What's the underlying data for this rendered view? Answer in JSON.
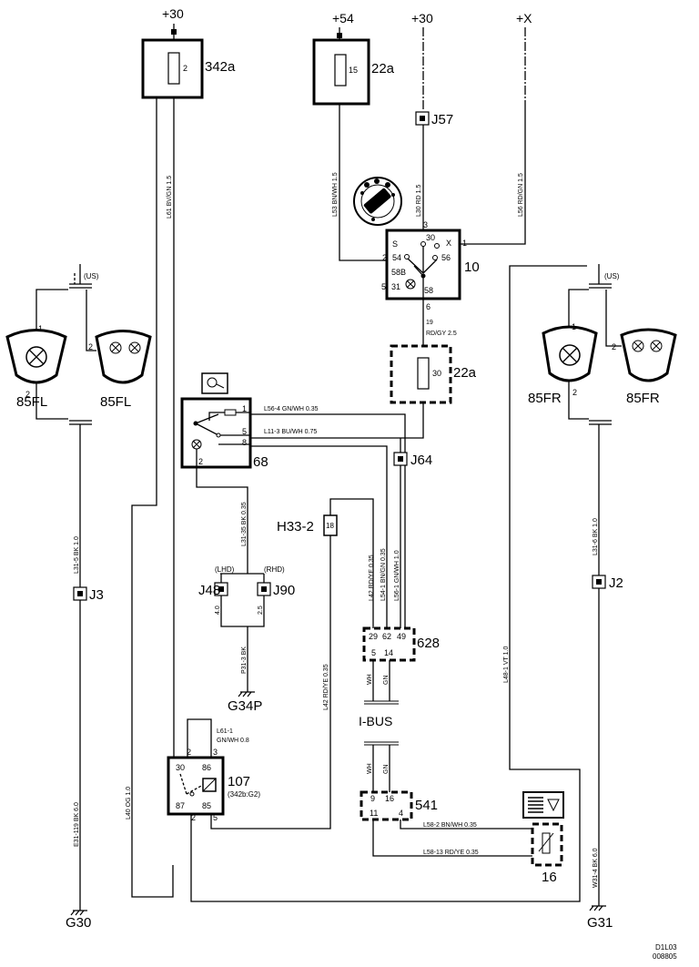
{
  "supplies": {
    "p30_left": "+30",
    "p54": "+54",
    "p30_right": "+30",
    "px": "+X"
  },
  "fuses": {
    "f342a": {
      "id": "342a",
      "num": "2"
    },
    "f22a_top": {
      "id": "22a",
      "num": "15"
    },
    "f22a_mid": {
      "id": "22a",
      "num": "30"
    }
  },
  "junctions": {
    "j57": "J57",
    "j64": "J64",
    "j3": "J3",
    "j2": "J2",
    "j48": "J48",
    "j90": "J90"
  },
  "switch10": {
    "id": "10",
    "pins": {
      "p3": "3",
      "p30": "30",
      "px": "X",
      "p1": "1",
      "ps": "S",
      "p54": "54",
      "p56": "56",
      "p2": "2",
      "p58b": "58B",
      "p31": "31",
      "p5": "5",
      "p58": "58",
      "p6": "6"
    }
  },
  "lamps": {
    "fl_main": "85FL",
    "fl_aux": "85FL",
    "fr_main": "85FR",
    "fr_aux": "85FR",
    "us_left": "(US)",
    "us_right": "(US)",
    "fl_pin1": "1",
    "fl_pin2": "2",
    "fl_aux_pin": "2",
    "fr_pin1": "1",
    "fr_pin2": "2",
    "fr_aux_pin": "2"
  },
  "c68": {
    "id": "68",
    "pins": {
      "p1": "1",
      "p5": "5",
      "p8": "8",
      "p2": "2"
    }
  },
  "c628": {
    "id": "628",
    "pins": {
      "p29": "29",
      "p62": "62",
      "p49": "49",
      "p5": "5",
      "p14": "14"
    }
  },
  "c541": {
    "id": "541",
    "pins": {
      "p9": "9",
      "p16": "16",
      "p11": "11",
      "p4": "4"
    }
  },
  "c107": {
    "id": "107",
    "sub": "(342b:G2)",
    "pins": {
      "p30": "30",
      "p86": "86",
      "p3": "3",
      "p87": "87",
      "p85": "85",
      "p2": "2",
      "p5": "5"
    }
  },
  "c16": {
    "id": "16"
  },
  "h33": {
    "id": "H33-2",
    "pin": "18"
  },
  "ibus": "I-BUS",
  "markets": {
    "lhd": "(LHD)",
    "rhd": "(RHD)"
  },
  "grounds": {
    "g30": "G30",
    "g31": "G31",
    "g34p": "G34P"
  },
  "wires": {
    "w_l61_bvgn": "L61  BV/GN  1.5",
    "w_l53_bnwh": "L53  BN/WH  1.5",
    "w_l30_rd": "L30  RD  1.5",
    "w_l56_rdgn": "L56  RD/GN  1.5",
    "w_19_rdgy": "19",
    "w_rdgy_25": "RD/GY   2.5",
    "w_l564_gnwh": "L56-4   GN/WH      0.35",
    "w_l113_buwh": "L11-3   BU/WH      0.75",
    "w_l3135_bk": "L31-35   BK   0.35",
    "w_40": "4.0",
    "w_25": "2.5",
    "w_p313_bk": "P31-3   BK",
    "w_l42_rdye": "L42   RD/YE   0.35",
    "w_l42_rdye_b": "L42   RD/YE   0.35",
    "w_l54_bngn": "L54-1   BN/GN   0.35",
    "w_l56_gnwh": "L56-1   GN/WH   1.0",
    "w_wh": "WH",
    "w_gn": "GN",
    "w_wh2": "WH",
    "w_gn2": "GN",
    "w_l611_gnwh": "L61-1",
    "w_gnwh_08": "GN/WH        0.8",
    "w_l31_5_bk": "L31-5   BK   1.0",
    "w_l31_6_bk": "L31-6   BK   1.0",
    "w_e31_bk": "E31-119   BK   6.0",
    "w_l40_og": "L40   OG   1.0",
    "w_l48_vt": "L48-1   VT   1.0",
    "w_w31_bk": "W31-4   BK   6.0",
    "w_l582_bnwh": "L58-2     BN/WH        0.35",
    "w_l5813_rdye": "L58-13     RD/YE      0.35"
  },
  "doc_ref": {
    "line1": "D1L03",
    "line2": "008805"
  }
}
